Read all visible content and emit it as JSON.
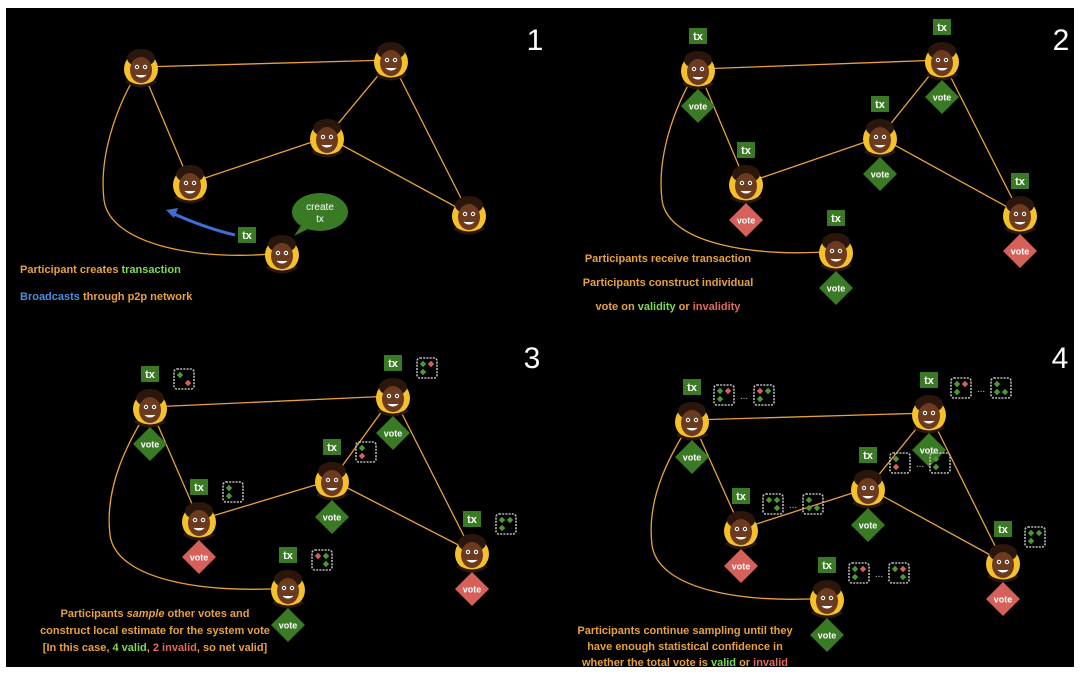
{
  "colors": {
    "background": "#000000",
    "frame": "#ffffff",
    "edge": "#e8a13c",
    "tx_green": "#3b7a25",
    "vote_valid": "#3b7a25",
    "vote_invalid": "#d6605a",
    "caption_orange": "#e8a13c",
    "caption_green": "#7ed957",
    "caption_blue": "#4a8fe0",
    "caption_red": "#e06a5c",
    "avatar_ring": "#f5c12a",
    "skin": "#6b3a1f",
    "hair": "#2a160b",
    "arrow_blue": "#3f6fd6"
  },
  "panels": [
    {
      "number": "1",
      "bubble": [
        "create",
        "tx"
      ],
      "tx_label": "tx",
      "captions": [
        [
          {
            "text": "Participant creates ",
            "color": "caption_orange"
          },
          {
            "text": "transaction",
            "color": "caption_green"
          }
        ],
        [
          {
            "text": "Broadcasts",
            "color": "caption_blue"
          },
          {
            "text": " through p2p network",
            "color": "caption_orange"
          }
        ]
      ]
    },
    {
      "number": "2",
      "tx_label": "tx",
      "vote_label": "vote",
      "captions": [
        [
          {
            "text": "Participants receive transaction",
            "color": "caption_orange"
          }
        ],
        [
          {
            "text": "Participants construct individual",
            "color": "caption_orange"
          }
        ],
        [
          {
            "text": "vote on ",
            "color": "caption_orange"
          },
          {
            "text": "validity",
            "color": "caption_green"
          },
          {
            "text": " or ",
            "color": "caption_orange"
          },
          {
            "text": "invalidity",
            "color": "caption_red"
          }
        ]
      ]
    },
    {
      "number": "3",
      "tx_label": "tx",
      "vote_label": "vote",
      "captions": [
        [
          {
            "text": "Participants ",
            "color": "caption_orange"
          },
          {
            "text": "sample",
            "color": "caption_orange",
            "italic": true
          },
          {
            "text": " other votes and",
            "color": "caption_orange"
          }
        ],
        [
          {
            "text": "construct local estimate for the system vote",
            "color": "caption_orange"
          }
        ],
        [
          {
            "text": "[In this case, ",
            "color": "caption_orange"
          },
          {
            "text": "4 valid",
            "color": "caption_green"
          },
          {
            "text": ", ",
            "color": "caption_orange"
          },
          {
            "text": "2 invalid",
            "color": "caption_red"
          },
          {
            "text": ", so net valid]",
            "color": "caption_orange"
          }
        ]
      ]
    },
    {
      "number": "4",
      "tx_label": "tx",
      "vote_label": "vote",
      "ellipsis": "...",
      "captions": [
        [
          {
            "text": "Participants continue sampling until they",
            "color": "caption_orange"
          }
        ],
        [
          {
            "text": "have enough statistical confidence in",
            "color": "caption_orange"
          }
        ],
        [
          {
            "text": "whether the total vote is ",
            "color": "caption_orange"
          },
          {
            "text": "valid",
            "color": "caption_green"
          },
          {
            "text": " or ",
            "color": "caption_orange"
          },
          {
            "text": "invalid",
            "color": "caption_red"
          }
        ]
      ]
    }
  ],
  "nodes": [
    {
      "id": "A",
      "vote": "valid"
    },
    {
      "id": "B",
      "vote": "valid"
    },
    {
      "id": "C",
      "vote": "valid"
    },
    {
      "id": "D",
      "vote": "invalid"
    },
    {
      "id": "E",
      "vote": "invalid"
    },
    {
      "id": "F",
      "vote": "valid"
    }
  ],
  "edges": [
    [
      "A",
      "B"
    ],
    [
      "A",
      "D"
    ],
    [
      "B",
      "C"
    ],
    [
      "B",
      "E"
    ],
    [
      "C",
      "D"
    ],
    [
      "C",
      "E"
    ],
    [
      "A",
      "F"
    ]
  ]
}
